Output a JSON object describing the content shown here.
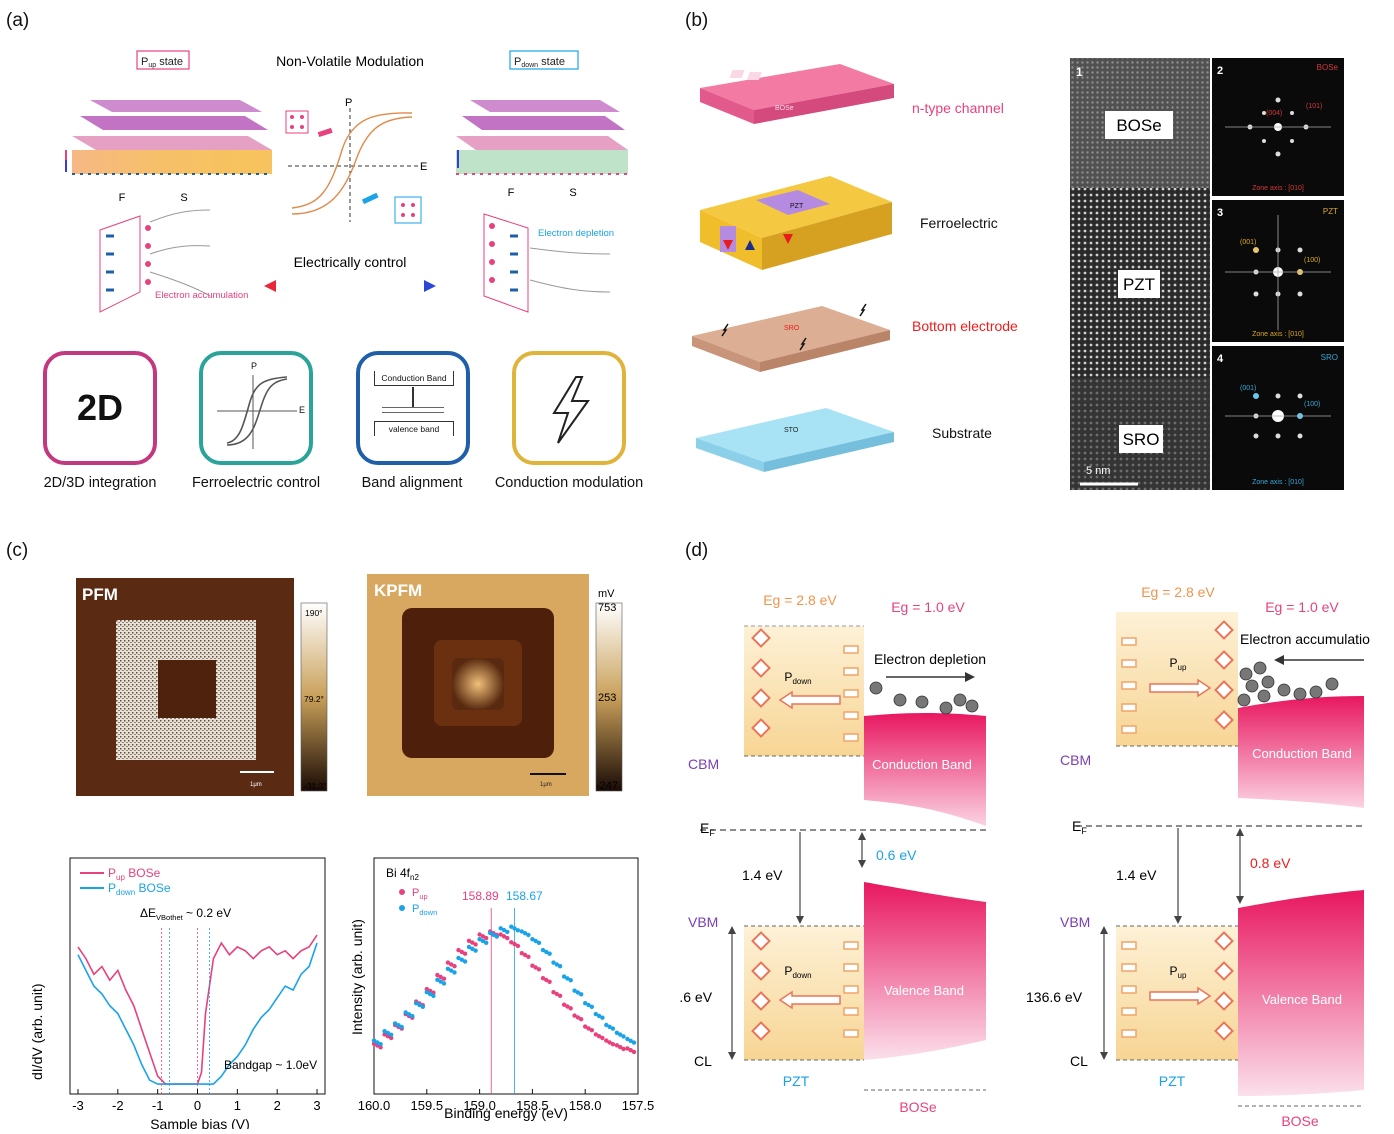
{
  "panel_labels": {
    "a": "(a)",
    "b": "(b)",
    "c": "(c)",
    "d": "(d)"
  },
  "panel_a": {
    "title": "Non-Volatile Modulation",
    "pup_tag": {
      "base": "P",
      "sub": "up",
      "rest": " state"
    },
    "pdown_tag": {
      "base": "P",
      "sub": "down",
      "rest": " state"
    },
    "f_label": "F",
    "s_label": "S",
    "hyst_p": "P",
    "hyst_e": "E",
    "electron_accumulation": "Electron accumulation",
    "electron_depletion": "Electron depletion",
    "electrically_control": "Electrically control",
    "icons": [
      {
        "name": "2D/3D integration",
        "symbol": "2D",
        "color": "#c2397f"
      },
      {
        "name": "Ferroelectric control",
        "p": "P",
        "e": "E",
        "color": "#2aa39a"
      },
      {
        "name": "Band alignment",
        "top": "Conduction Band",
        "bottom": "valence band",
        "color": "#1f5fa8"
      },
      {
        "name": "Conduction modulation",
        "color": "#e0b43a"
      }
    ]
  },
  "panel_b": {
    "layers": [
      {
        "label": "n-type channel",
        "tag": "BOSe",
        "color": "#e8417e"
      },
      {
        "label": "Ferroelectric",
        "tag": "PZT",
        "color": "#111111"
      },
      {
        "label": "Bottom electrode",
        "tag": "SRO",
        "color": "#ee1c1c"
      },
      {
        "label": "Substrate",
        "tag": "STO",
        "color": "#111111"
      }
    ],
    "tem": {
      "labels": [
        "BOSe",
        "PZT",
        "SRO"
      ],
      "scale": "5 nm",
      "panel_nums": [
        "1",
        "2",
        "3",
        "4"
      ],
      "fft_tags": [
        "BOSe",
        "PZT",
        "SRO"
      ],
      "zone_axes": [
        "Zone axis : [010]",
        "Zone axis : [010]",
        "Zone axis : [010]"
      ],
      "fft_spots": [
        [
          "(004)",
          "(101)"
        ],
        [
          "(001)",
          "(100)"
        ],
        [
          "(001)",
          "(100)"
        ]
      ]
    }
  },
  "panel_c": {
    "pfm": {
      "title": "PFM",
      "scale": "1μm",
      "cbar": [
        "190°",
        "79.2°",
        "-31.3°"
      ]
    },
    "kpfm": {
      "title": "KPFM",
      "scale": "1μm",
      "unit": "mV",
      "cbar": [
        "753",
        "253",
        "-247"
      ]
    }
  },
  "panel_d": {
    "eg_pzt": "Eg = 2.8 eV",
    "eg_bose": "Eg = 1.0 eV",
    "cbm": "CBM",
    "ef_base": "E",
    "ef_sub": "F",
    "vbm": "VBM",
    "cl": "CL",
    "pzt": "PZT",
    "bose": "BOSe",
    "gap_14": "1.4 eV",
    "gap_1366": "136.6 eV",
    "conduction_band": "Conduction Band",
    "valence_band": "Valence Band",
    "left": {
      "pol_base": "P",
      "pol_sub": "down",
      "electron_text": "Electron depletion",
      "offset": "0.6 eV",
      "offset_color": "#1aa3e8"
    },
    "right": {
      "pol_base": "P",
      "pol_sub": "up",
      "electron_text": "Electron accumulatio",
      "offset": "0.8 eV",
      "offset_color": "#ee1c1c"
    }
  },
  "chart_data": [
    {
      "type": "line",
      "title": "",
      "xlabel": "Sample bias (V)",
      "ylabel": "dI/dV (arb. unit)",
      "xlim": [
        -3.2,
        3.2
      ],
      "xticks": [
        "-3",
        "-2",
        "-1",
        "0",
        "1",
        "2",
        "3"
      ],
      "legend_position": "top-left",
      "annotations": [
        "ΔE_VBothet ~ 0.2 eV",
        "Bandgap ~ 1.0eV"
      ],
      "annotation_parts": {
        "delta": "ΔE",
        "delta_sub": "VBothet",
        "delta_rest": " ~ 0.2 eV",
        "bandgap": "Bandgap ~ 1.0eV"
      },
      "series": [
        {
          "name": "P_up BOSe",
          "label_base": "P",
          "label_sub": "up",
          "label_rest": " BOSe",
          "color": "#e8417e",
          "x": [
            -3.0,
            -2.8,
            -2.6,
            -2.4,
            -2.2,
            -2.0,
            -1.8,
            -1.6,
            -1.4,
            -1.2,
            -1.0,
            -0.8,
            -0.6,
            -0.4,
            -0.2,
            0.0,
            0.1,
            0.2,
            0.4,
            0.6,
            0.8,
            1.0,
            1.2,
            1.4,
            1.6,
            1.8,
            2.0,
            2.2,
            2.4,
            2.6,
            2.8,
            3.0
          ],
          "y": [
            0.72,
            0.66,
            0.58,
            0.62,
            0.55,
            0.6,
            0.5,
            0.42,
            0.3,
            0.18,
            0.06,
            0.02,
            0.02,
            0.02,
            0.02,
            0.02,
            0.08,
            0.38,
            0.66,
            0.74,
            0.68,
            0.72,
            0.7,
            0.66,
            0.7,
            0.72,
            0.68,
            0.7,
            0.66,
            0.7,
            0.72,
            0.78
          ]
        },
        {
          "name": "P_down BOSe",
          "label_base": "P",
          "label_sub": "down",
          "label_rest": " BOSe",
          "color": "#1aa3e8",
          "x": [
            -3.0,
            -2.8,
            -2.6,
            -2.4,
            -2.2,
            -2.0,
            -1.8,
            -1.6,
            -1.4,
            -1.2,
            -1.0,
            -0.8,
            -0.6,
            -0.4,
            -0.2,
            0.0,
            0.2,
            0.4,
            0.6,
            0.8,
            1.0,
            1.2,
            1.4,
            1.6,
            1.8,
            2.0,
            2.2,
            2.4,
            2.6,
            2.8,
            3.0
          ],
          "y": [
            0.68,
            0.6,
            0.52,
            0.48,
            0.42,
            0.38,
            0.3,
            0.22,
            0.12,
            0.04,
            0.02,
            0.02,
            0.02,
            0.02,
            0.02,
            0.02,
            0.02,
            0.02,
            0.06,
            0.12,
            0.16,
            0.22,
            0.3,
            0.36,
            0.4,
            0.46,
            0.52,
            0.5,
            0.58,
            0.62,
            0.74
          ]
        }
      ]
    },
    {
      "type": "scatter",
      "title": "",
      "panel_label_base": "Bi 4f",
      "panel_label_sub": "n2",
      "xlabel": "Binding energy (eV)",
      "ylabel": "Intensity (arb. unit)",
      "xlim": [
        160.0,
        157.5
      ],
      "xticks": [
        "160.0",
        "159.5",
        "159.0",
        "158.5",
        "158.0",
        "157.5"
      ],
      "peaks": [
        {
          "value": "158.89",
          "x": 158.89,
          "color": "#e8417e"
        },
        {
          "value": "158.67",
          "x": 158.67,
          "color": "#1aa3e8"
        }
      ],
      "series": [
        {
          "name": "P_up",
          "label_base": "P",
          "label_sub": "up",
          "color": "#e8417e",
          "x": [
            160.0,
            159.9,
            159.8,
            159.7,
            159.6,
            159.5,
            159.4,
            159.3,
            159.2,
            159.1,
            159.0,
            158.9,
            158.8,
            158.7,
            158.6,
            158.5,
            158.4,
            158.3,
            158.2,
            158.1,
            158.0,
            157.9,
            157.8,
            157.7,
            157.6
          ],
          "y": [
            0.08,
            0.14,
            0.2,
            0.27,
            0.35,
            0.43,
            0.52,
            0.6,
            0.68,
            0.74,
            0.78,
            0.8,
            0.78,
            0.73,
            0.66,
            0.58,
            0.5,
            0.41,
            0.33,
            0.26,
            0.19,
            0.14,
            0.1,
            0.07,
            0.05
          ]
        },
        {
          "name": "P_down",
          "label_base": "P",
          "label_sub": "down",
          "color": "#1aa3e8",
          "x": [
            160.0,
            159.9,
            159.8,
            159.7,
            159.6,
            159.5,
            159.4,
            159.3,
            159.2,
            159.1,
            159.0,
            158.9,
            158.8,
            158.7,
            158.6,
            158.5,
            158.4,
            158.3,
            158.2,
            158.1,
            158.0,
            157.9,
            157.8,
            157.7,
            157.6
          ],
          "y": [
            0.1,
            0.16,
            0.21,
            0.28,
            0.34,
            0.41,
            0.49,
            0.56,
            0.63,
            0.7,
            0.75,
            0.79,
            0.82,
            0.83,
            0.8,
            0.75,
            0.68,
            0.6,
            0.51,
            0.42,
            0.34,
            0.27,
            0.2,
            0.15,
            0.11
          ]
        }
      ]
    }
  ]
}
